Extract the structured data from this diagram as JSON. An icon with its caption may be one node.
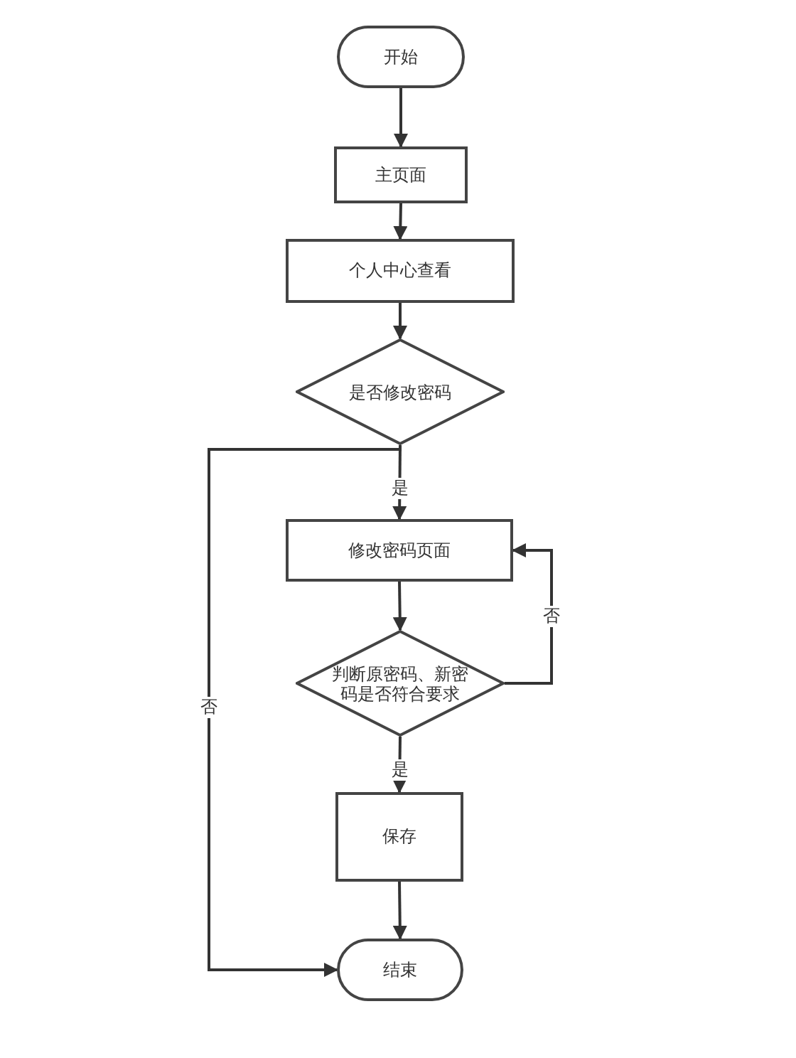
{
  "diagram": {
    "nodes": [
      {
        "text": [
          "开始"
        ]
      },
      {
        "text": [
          "主页面"
        ]
      },
      {
        "text": [
          "个人中心查看"
        ]
      },
      {
        "text": [
          "是否修改密码"
        ]
      },
      {
        "text": [
          "修改密码页面"
        ]
      },
      {
        "text": [
          "判断原密码、新密码是否符合要求"
        ]
      },
      {
        "text": [
          "保存"
        ]
      },
      {
        "text": [
          "结束"
        ]
      }
    ],
    "edges": [
      {
        "from": 0,
        "to": 1,
        "arrow": "to"
      },
      {
        "from": 1,
        "to": 2,
        "arrow": "to"
      },
      {
        "from": 2,
        "to": 3,
        "arrow": "to"
      },
      {
        "from": 3,
        "to": 4,
        "arrow": "to",
        "label": "是"
      },
      {
        "from": 4,
        "to": 5,
        "arrow": "to"
      },
      {
        "from": 5,
        "to": 4,
        "arrow": "to",
        "label": "否"
      },
      {
        "from": 5,
        "to": 6,
        "arrow": "to",
        "label": "是"
      },
      {
        "from": 6,
        "to": 7,
        "arrow": "to"
      },
      {
        "from": 3,
        "to": 7,
        "arrow": "to",
        "label": "否"
      }
    ]
  }
}
